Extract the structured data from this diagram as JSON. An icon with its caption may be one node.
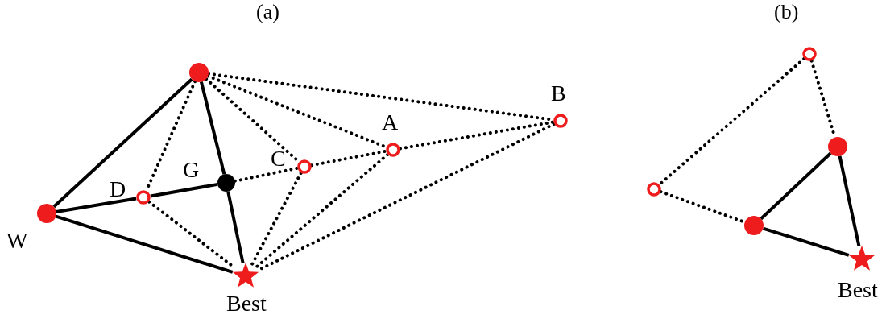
{
  "diagram": {
    "nodes": [
      {
        "text": [],
        "shape": "circle"
      },
      {
        "text": [],
        "shape": "ring",
        "beside": [
          "B"
        ]
      },
      {
        "text": [],
        "shape": "ring",
        "beside": [
          "A"
        ]
      },
      {
        "text": [],
        "shape": "ring",
        "beside": [
          "C"
        ]
      },
      {
        "text": [],
        "shape": "dot",
        "beside": [
          "G"
        ]
      },
      {
        "text": [],
        "shape": "ring",
        "beside": [
          "D"
        ]
      },
      {
        "text": [],
        "shape": "circle",
        "beside": [
          "W"
        ]
      },
      {
        "text": [],
        "shape": "star",
        "beside": [
          "Best"
        ]
      },
      {
        "text": [],
        "shape": "ring"
      },
      {
        "text": [],
        "shape": "circle"
      },
      {
        "text": [],
        "shape": "ring"
      },
      {
        "text": [],
        "shape": "circle"
      },
      {
        "text": [],
        "shape": "star",
        "beside": [
          "Best"
        ]
      }
    ],
    "edges": [
      {
        "from": 0,
        "to": 6,
        "arrow": "none"
      },
      {
        "from": 6,
        "to": 7,
        "arrow": "none"
      },
      {
        "from": 0,
        "to": 4,
        "arrow": "none"
      },
      {
        "from": 4,
        "to": 7,
        "arrow": "none"
      },
      {
        "from": 6,
        "to": 5,
        "arrow": "none"
      },
      {
        "from": 5,
        "to": 4,
        "arrow": "none"
      },
      {
        "from": 0,
        "to": 5,
        "arrow": "none",
        "style": "dashed"
      },
      {
        "from": 5,
        "to": 7,
        "arrow": "none",
        "style": "dashed"
      },
      {
        "from": 0,
        "to": 3,
        "arrow": "none",
        "style": "dashed"
      },
      {
        "from": 3,
        "to": 7,
        "arrow": "none",
        "style": "dashed"
      },
      {
        "from": 4,
        "to": 3,
        "arrow": "none",
        "style": "dashed"
      },
      {
        "from": 3,
        "to": 2,
        "arrow": "none",
        "style": "dashed"
      },
      {
        "from": 2,
        "to": 1,
        "arrow": "none",
        "style": "dashed"
      },
      {
        "from": 0,
        "to": 2,
        "arrow": "none",
        "style": "dashed"
      },
      {
        "from": 2,
        "to": 7,
        "arrow": "none",
        "style": "dashed"
      },
      {
        "from": 0,
        "to": 1,
        "arrow": "none",
        "style": "dashed"
      },
      {
        "from": 1,
        "to": 7,
        "arrow": "none",
        "style": "dashed"
      },
      {
        "from": 8,
        "to": 9,
        "arrow": "none",
        "style": "dashed"
      },
      {
        "from": 8,
        "to": 10,
        "arrow": "none",
        "style": "dashed"
      },
      {
        "from": 10,
        "to": 11,
        "arrow": "none",
        "style": "dashed"
      },
      {
        "from": 9,
        "to": 11,
        "arrow": "none"
      },
      {
        "from": 9,
        "to": 12,
        "arrow": "none"
      },
      {
        "from": 11,
        "to": 12,
        "arrow": "none"
      }
    ],
    "labels": [
      "(a)",
      "(b)"
    ]
  }
}
